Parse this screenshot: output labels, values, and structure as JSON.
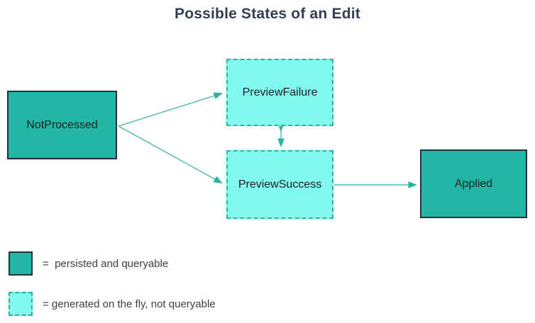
{
  "title": "Possible States of an Edit",
  "colors": {
    "solid_fill": "#22b6a5",
    "solid_border": "#22303c",
    "dashed_fill": "#80f9ee",
    "dashed_border": "#2ab3a3",
    "arrow": "#2ab3a3",
    "arrow_line": "#4db8ac",
    "title_color": "#333f4f",
    "label_color": "#1f1f1f",
    "legend_text": "#3f3f3f"
  },
  "nodes": [
    {
      "id": "not-processed",
      "label": "NotProcessed",
      "style": "solid-persisted"
    },
    {
      "id": "preview-failure",
      "label": "PreviewFailure",
      "style": "dashed-ephemeral"
    },
    {
      "id": "preview-success",
      "label": "PreviewSuccess",
      "style": "dashed-ephemeral"
    },
    {
      "id": "applied",
      "label": "Applied",
      "style": "solid-persisted"
    }
  ],
  "edges": [
    {
      "from": "NotProcessed",
      "to": "PreviewFailure",
      "direction": "one-way"
    },
    {
      "from": "NotProcessed",
      "to": "PreviewSuccess",
      "direction": "one-way"
    },
    {
      "from": "PreviewFailure",
      "to": "PreviewSuccess",
      "direction": "two-way"
    },
    {
      "from": "PreviewSuccess",
      "to": "Applied",
      "direction": "one-way"
    }
  ],
  "legend": [
    {
      "swatch": "solid-persisted",
      "label": "=  persisted and queryable"
    },
    {
      "swatch": "dashed-ephemeral",
      "label": "= generated on the fly, not queryable"
    }
  ]
}
